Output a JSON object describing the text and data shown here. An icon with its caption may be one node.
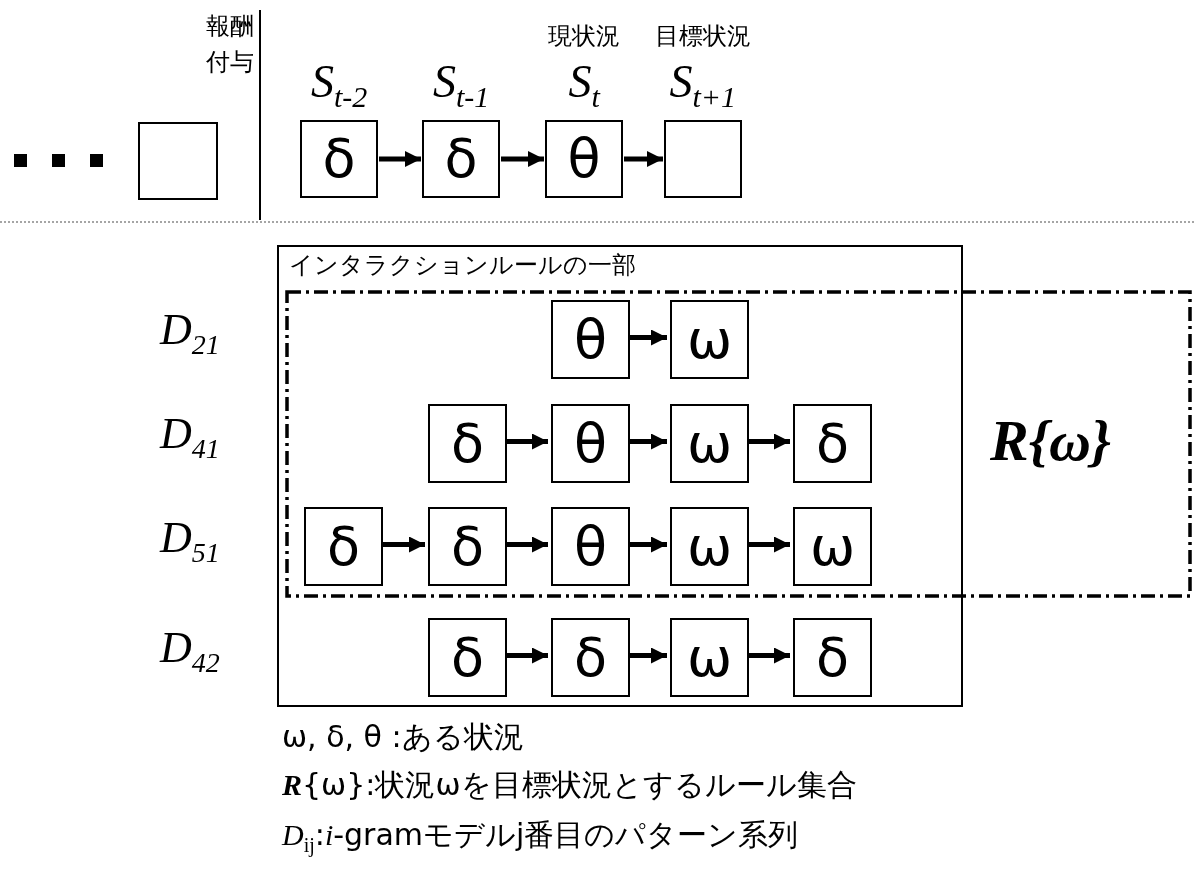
{
  "diagram": {
    "nodes": [
      {
        "text": [],
        "shape": "box"
      },
      {
        "text": [
          "δ"
        ],
        "beside": [
          "S$_{t-2}$"
        ]
      },
      {
        "text": [
          "δ"
        ],
        "beside": [
          "S$_{t-1}$"
        ]
      },
      {
        "text": [
          "θ"
        ],
        "beside": [
          "現状況",
          "S$_{t}$"
        ]
      },
      {
        "text": [],
        "shape": "box",
        "beside": [
          "目標状況",
          "S$_{t+1}$"
        ]
      },
      {
        "text": [
          "インタラクションルールの一部"
        ]
      },
      {
        "text": [
          "θ"
        ],
        "in": 5
      },
      {
        "text": [
          "ω"
        ],
        "in": 5
      },
      {
        "text": [
          "δ"
        ],
        "in": 5
      },
      {
        "text": [
          "θ"
        ],
        "in": 5
      },
      {
        "text": [
          "ω"
        ],
        "in": 5
      },
      {
        "text": [
          "δ"
        ],
        "in": 5
      },
      {
        "text": [
          "δ"
        ],
        "in": 5
      },
      {
        "text": [
          "δ"
        ],
        "in": 5
      },
      {
        "text": [
          "θ"
        ],
        "in": 5
      },
      {
        "text": [
          "ω"
        ],
        "in": 5
      },
      {
        "text": [
          "ω"
        ],
        "in": 5
      },
      {
        "text": [
          "δ"
        ],
        "in": 5
      },
      {
        "text": [
          "δ"
        ],
        "in": 5
      },
      {
        "text": [
          "ω"
        ],
        "in": 5
      },
      {
        "text": [
          "δ"
        ],
        "in": 5
      }
    ],
    "edges": [
      {
        "from": 1,
        "to": 2,
        "arrow": "to"
      },
      {
        "from": 2,
        "to": 3,
        "arrow": "to"
      },
      {
        "from": 3,
        "to": 4,
        "arrow": "to"
      },
      {
        "from": 6,
        "to": 7,
        "arrow": "to"
      },
      {
        "from": 8,
        "to": 9,
        "arrow": "to"
      },
      {
        "from": 9,
        "to": 10,
        "arrow": "to"
      },
      {
        "from": 10,
        "to": 11,
        "arrow": "to"
      },
      {
        "from": 12,
        "to": 13,
        "arrow": "to"
      },
      {
        "from": 13,
        "to": 14,
        "arrow": "to"
      },
      {
        "from": 14,
        "to": 15,
        "arrow": "to"
      },
      {
        "from": 15,
        "to": 16,
        "arrow": "to"
      },
      {
        "from": 17,
        "to": 18,
        "arrow": "to"
      },
      {
        "from": 18,
        "to": 19,
        "arrow": "to"
      },
      {
        "from": 19,
        "to": 20,
        "arrow": "to"
      }
    ],
    "labels": [
      "報酬付与",
      "D$_{21}$",
      "D$_{41}$",
      "R{ω}",
      "D$_{51}$",
      "D$_{42}$",
      "ω, δ, θ :ある状況",
      "**R**{ω}:状況ωを目標状況とするルール集合",
      "*D*$_{ij}$:*i*-gramモデルj番目のパターン系列"
    ]
  }
}
